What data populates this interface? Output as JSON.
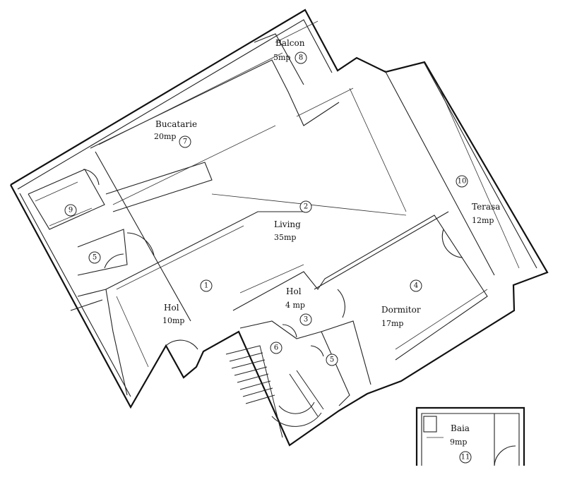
{
  "rooms": {
    "balcon": {
      "name": "Balcon",
      "area": "5mp",
      "num": "8"
    },
    "bucatarie": {
      "name": "Bucatarie",
      "area": "20mp",
      "num": "7"
    },
    "living": {
      "name": "Living",
      "area": "35mp",
      "num": "2"
    },
    "terasa": {
      "name": "Terasa",
      "area": "12mp",
      "num": "10"
    },
    "hol_main": {
      "name": "Hol",
      "area": "10mp",
      "num": "1"
    },
    "hol_small": {
      "name": "Hol",
      "area": "4 mp",
      "num": "3"
    },
    "dormitor": {
      "name": "Dormitor",
      "area": "17mp",
      "num": "4"
    },
    "baie_small": {
      "num": "5"
    },
    "stair_room": {
      "num": "6"
    },
    "closet_9": {
      "num": "9"
    },
    "wc_5": {
      "num": "5"
    },
    "baia": {
      "name": "Baia",
      "area": "9mp",
      "num": "11"
    }
  }
}
